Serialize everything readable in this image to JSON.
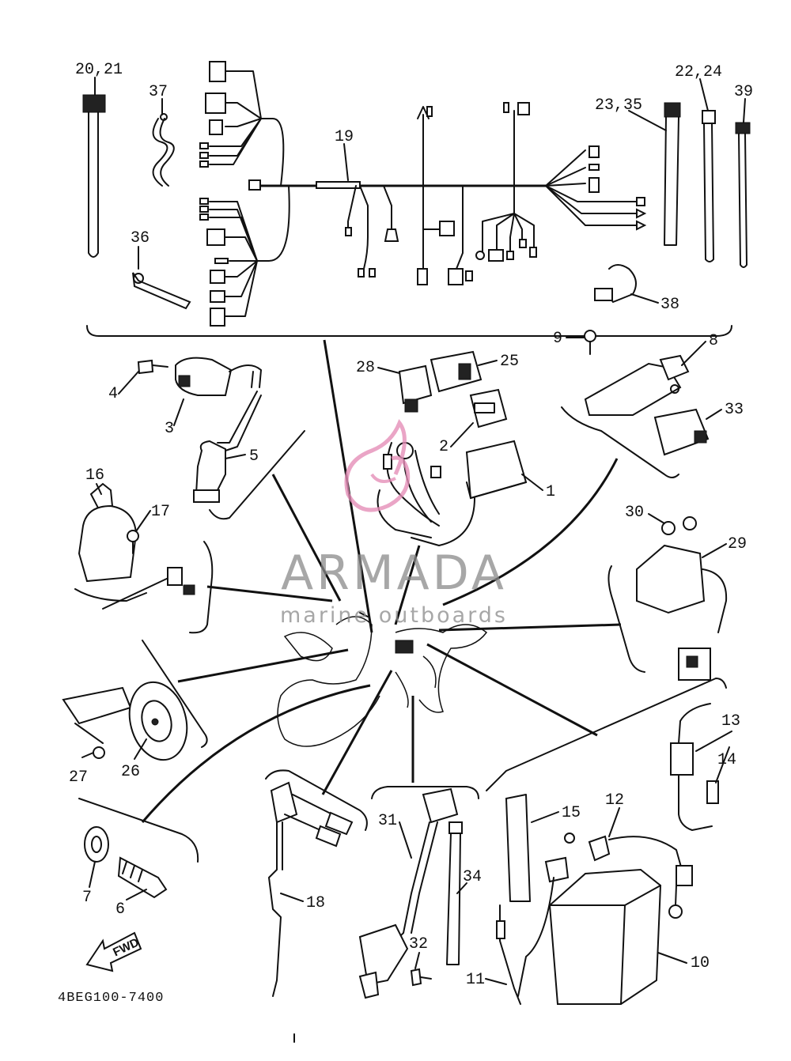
{
  "diagram_code": "4BEG100-7400",
  "fwd_label": "FWD",
  "watermark": {
    "title": "ARMADA",
    "subtitle": "marine outboards",
    "accent_color": "#e58fb8"
  },
  "callouts": {
    "c20_21": "20,21",
    "c37": "37",
    "c19": "19",
    "c22_24": "22,24",
    "c39": "39",
    "c23_35": "23,35",
    "c36": "36",
    "c38": "38",
    "c4": "4",
    "c3": "3",
    "c5": "5",
    "c28": "28",
    "c25": "25",
    "c2": "2",
    "c1": "1",
    "c9": "9",
    "c8": "8",
    "c33": "33",
    "c16": "16",
    "c17": "17",
    "c30": "30",
    "c29": "29",
    "c27": "27",
    "c26": "26",
    "c13": "13",
    "c14": "14",
    "c12": "12",
    "c15": "15",
    "c31": "31",
    "c34": "34",
    "c7": "7",
    "c6": "6",
    "c18": "18",
    "c32": "32",
    "c11": "11",
    "c10": "10"
  },
  "icons": [
    "fwd-arrow-icon",
    "watermark-logo-icon"
  ]
}
